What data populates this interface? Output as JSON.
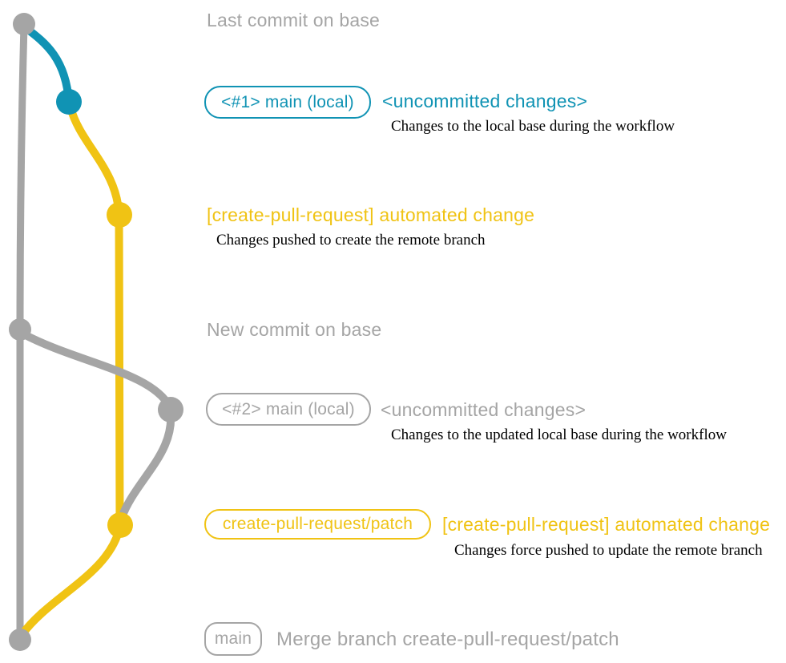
{
  "colors": {
    "gray": "#a5a5a5",
    "teal": "#1093b4",
    "yellow": "#f0c314",
    "caption_black": "#0a0a0a",
    "background": "#ffffff"
  },
  "graph": {
    "nodes": [
      {
        "name": "last-commit-on-base",
        "branch": "base",
        "color": "gray"
      },
      {
        "name": "uncommitted-changes-1",
        "branch": "main-local",
        "color": "teal"
      },
      {
        "name": "automated-change-1",
        "branch": "create-pull-request-patch",
        "color": "yellow"
      },
      {
        "name": "new-commit-on-base",
        "branch": "base",
        "color": "gray"
      },
      {
        "name": "uncommitted-changes-2",
        "branch": "main-local",
        "color": "gray"
      },
      {
        "name": "automated-change-2",
        "branch": "create-pull-request-patch",
        "color": "yellow"
      },
      {
        "name": "merge-commit",
        "branch": "base",
        "color": "gray"
      }
    ]
  },
  "rows": [
    {
      "heading": "Last commit on base"
    },
    {
      "badge": "<#1> main (local)",
      "heading": "<uncommitted changes>",
      "caption": "Changes to the local base during the workflow"
    },
    {
      "heading": "[create-pull-request] automated change",
      "caption": "Changes pushed to create the remote branch"
    },
    {
      "heading": "New commit on base"
    },
    {
      "badge": "<#2> main (local)",
      "heading": "<uncommitted changes>",
      "caption": "Changes to the updated local base during the workflow"
    },
    {
      "badge": "create-pull-request/patch",
      "heading": "[create-pull-request] automated change",
      "caption": "Changes force pushed to update the remote branch"
    },
    {
      "badge": "main",
      "heading": "Merge branch create-pull-request/patch"
    }
  ]
}
